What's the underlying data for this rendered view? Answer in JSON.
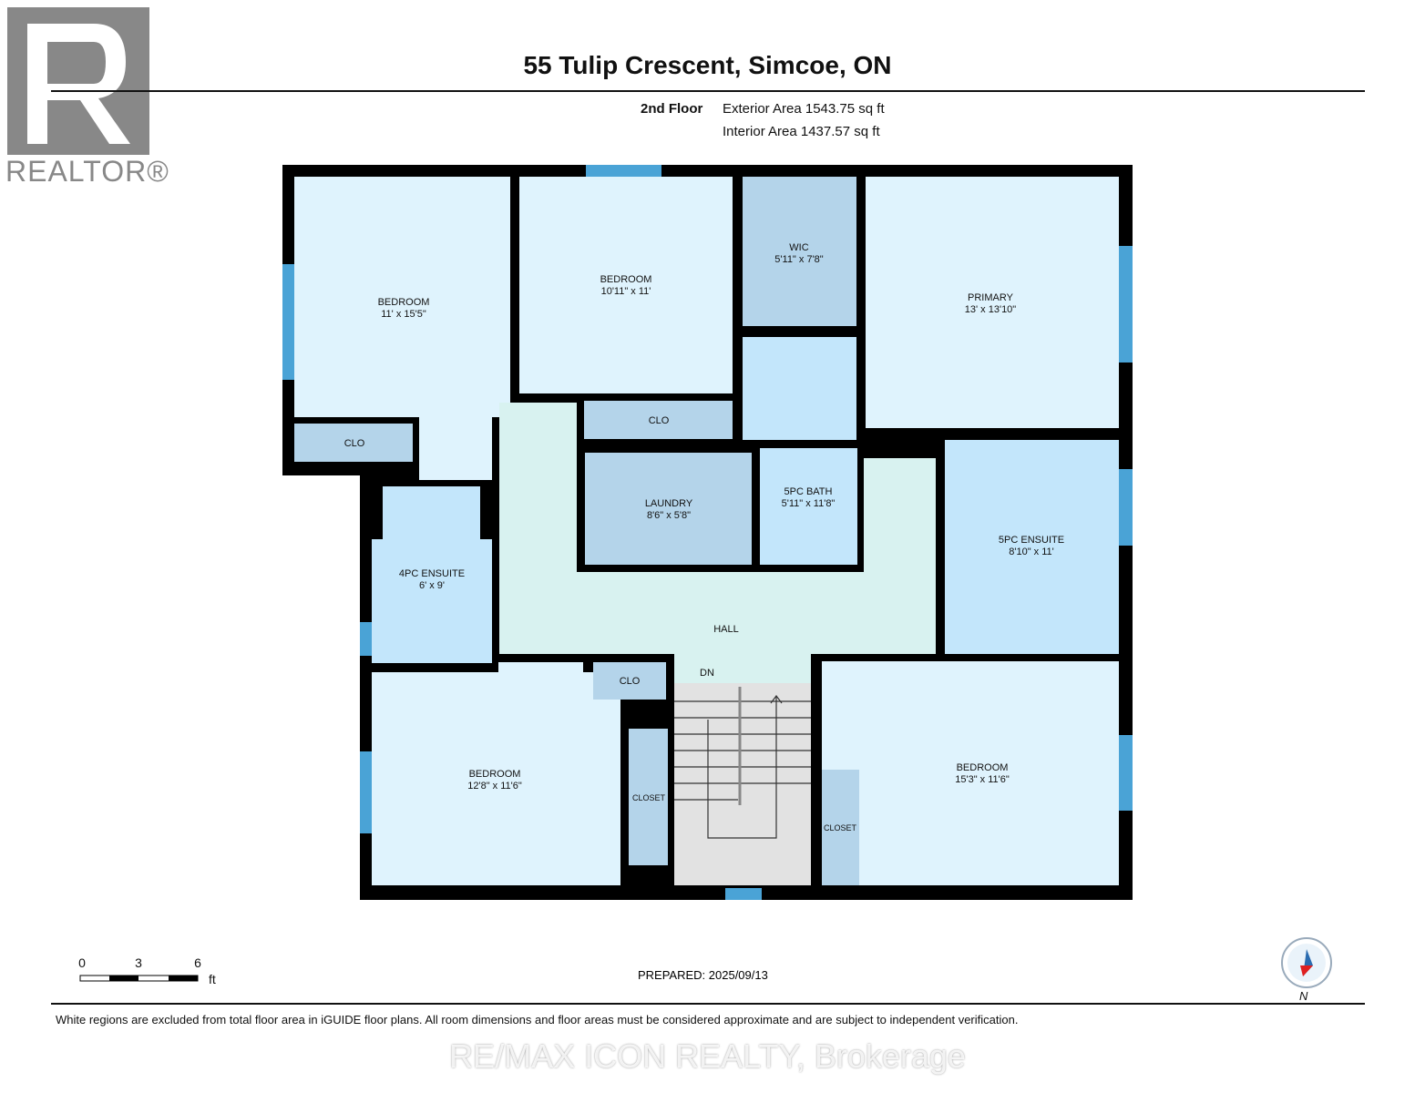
{
  "header": {
    "title": "55 Tulip Crescent, Simcoe, ON",
    "floor": "2nd Floor",
    "exterior": "Exterior Area 1543.75 sq ft",
    "interior": "Interior Area 1437.57 sq ft"
  },
  "logo": {
    "text": "REALTOR®"
  },
  "rooms": {
    "bedroom1": {
      "name": "BEDROOM",
      "dim": "11' x 15'5\""
    },
    "bedroom2": {
      "name": "BEDROOM",
      "dim": "10'11\" x 11'"
    },
    "wic": {
      "name": "WIC",
      "dim": "5'11\" x 7'8\""
    },
    "primary": {
      "name": "PRIMARY",
      "dim": "13' x 13'10\""
    },
    "clo1": {
      "name": "CLO"
    },
    "clo2": {
      "name": "CLO"
    },
    "clo3": {
      "name": "CLO"
    },
    "laundry": {
      "name": "LAUNDRY",
      "dim": "8'6\" x 5'8\""
    },
    "bath": {
      "name": "5PC BATH",
      "dim": "5'11\" x 11'8\""
    },
    "ensuite5": {
      "name": "5PC ENSUITE",
      "dim": "8'10\" x 11'"
    },
    "ensuite4": {
      "name": "4PC ENSUITE",
      "dim": "6' x 9'"
    },
    "hall": {
      "name": "HALL"
    },
    "dn": {
      "name": "DN"
    },
    "bedroom3": {
      "name": "BEDROOM",
      "dim": "12'8\" x 11'6\""
    },
    "closet1": {
      "name": "CLOSET"
    },
    "closet2": {
      "name": "CLOSET"
    },
    "bedroom4": {
      "name": "BEDROOM",
      "dim": "15'3\" x 11'6\""
    }
  },
  "scale": {
    "ticks": [
      "0",
      "3",
      "6"
    ],
    "unit": "ft"
  },
  "prepared": "PREPARED: 2025/09/13",
  "compass": {
    "label": "N"
  },
  "footer": {
    "disclaimer": "White regions are excluded from total floor area in iGUIDE floor plans. All room dimensions and floor areas must be considered approximate and are subject to independent verification.",
    "watermark": "RE/MAX ICON REALTY, Brokerage"
  },
  "colors": {
    "bedroom": "#dff3fd",
    "closet": "#b4d4ea",
    "bath": "#c3e6fb",
    "hall": "#d8f2f0",
    "stairs": "#e2e2e2",
    "window": "#4aa3d6",
    "wall": "#000000"
  }
}
